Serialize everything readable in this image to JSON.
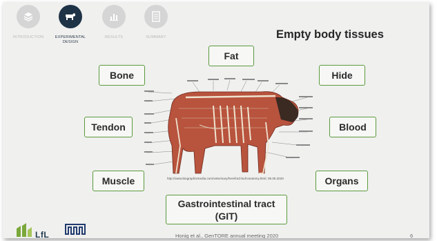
{
  "nav": {
    "items": [
      {
        "label": "INTRODUCTION",
        "icon": "layers-icon",
        "active": false
      },
      {
        "label": "EXPERIMENTAL\nDESIGN",
        "icon": "cow-icon",
        "active": true
      },
      {
        "label": "RESULTS",
        "icon": "bar-chart-icon",
        "active": false
      },
      {
        "label": "SUMMARY",
        "icon": "document-icon",
        "active": false
      }
    ]
  },
  "title": "Empty body tissues",
  "tissues": {
    "fat": "Fat",
    "bone": "Bone",
    "hide": "Hide",
    "tendon": "Tendon",
    "blood": "Blood",
    "muscle": "Muscle",
    "organs": "Organs",
    "git": "Gastrointestinal tract (GIT)"
  },
  "image_caption": "http://www.biographixmedia.com/veterinary/hereford-bull-anatomy.html; 05.05.2020",
  "footer": "Honig et al., GenTORE annual meeting 2020",
  "page_number": "6",
  "logos": {
    "lfl": "LfL",
    "tum": "TUM"
  },
  "colors": {
    "accent_green": "#5a9a3c",
    "nav_active": "#1e3346",
    "nav_inactive": "#d5d5d5"
  }
}
